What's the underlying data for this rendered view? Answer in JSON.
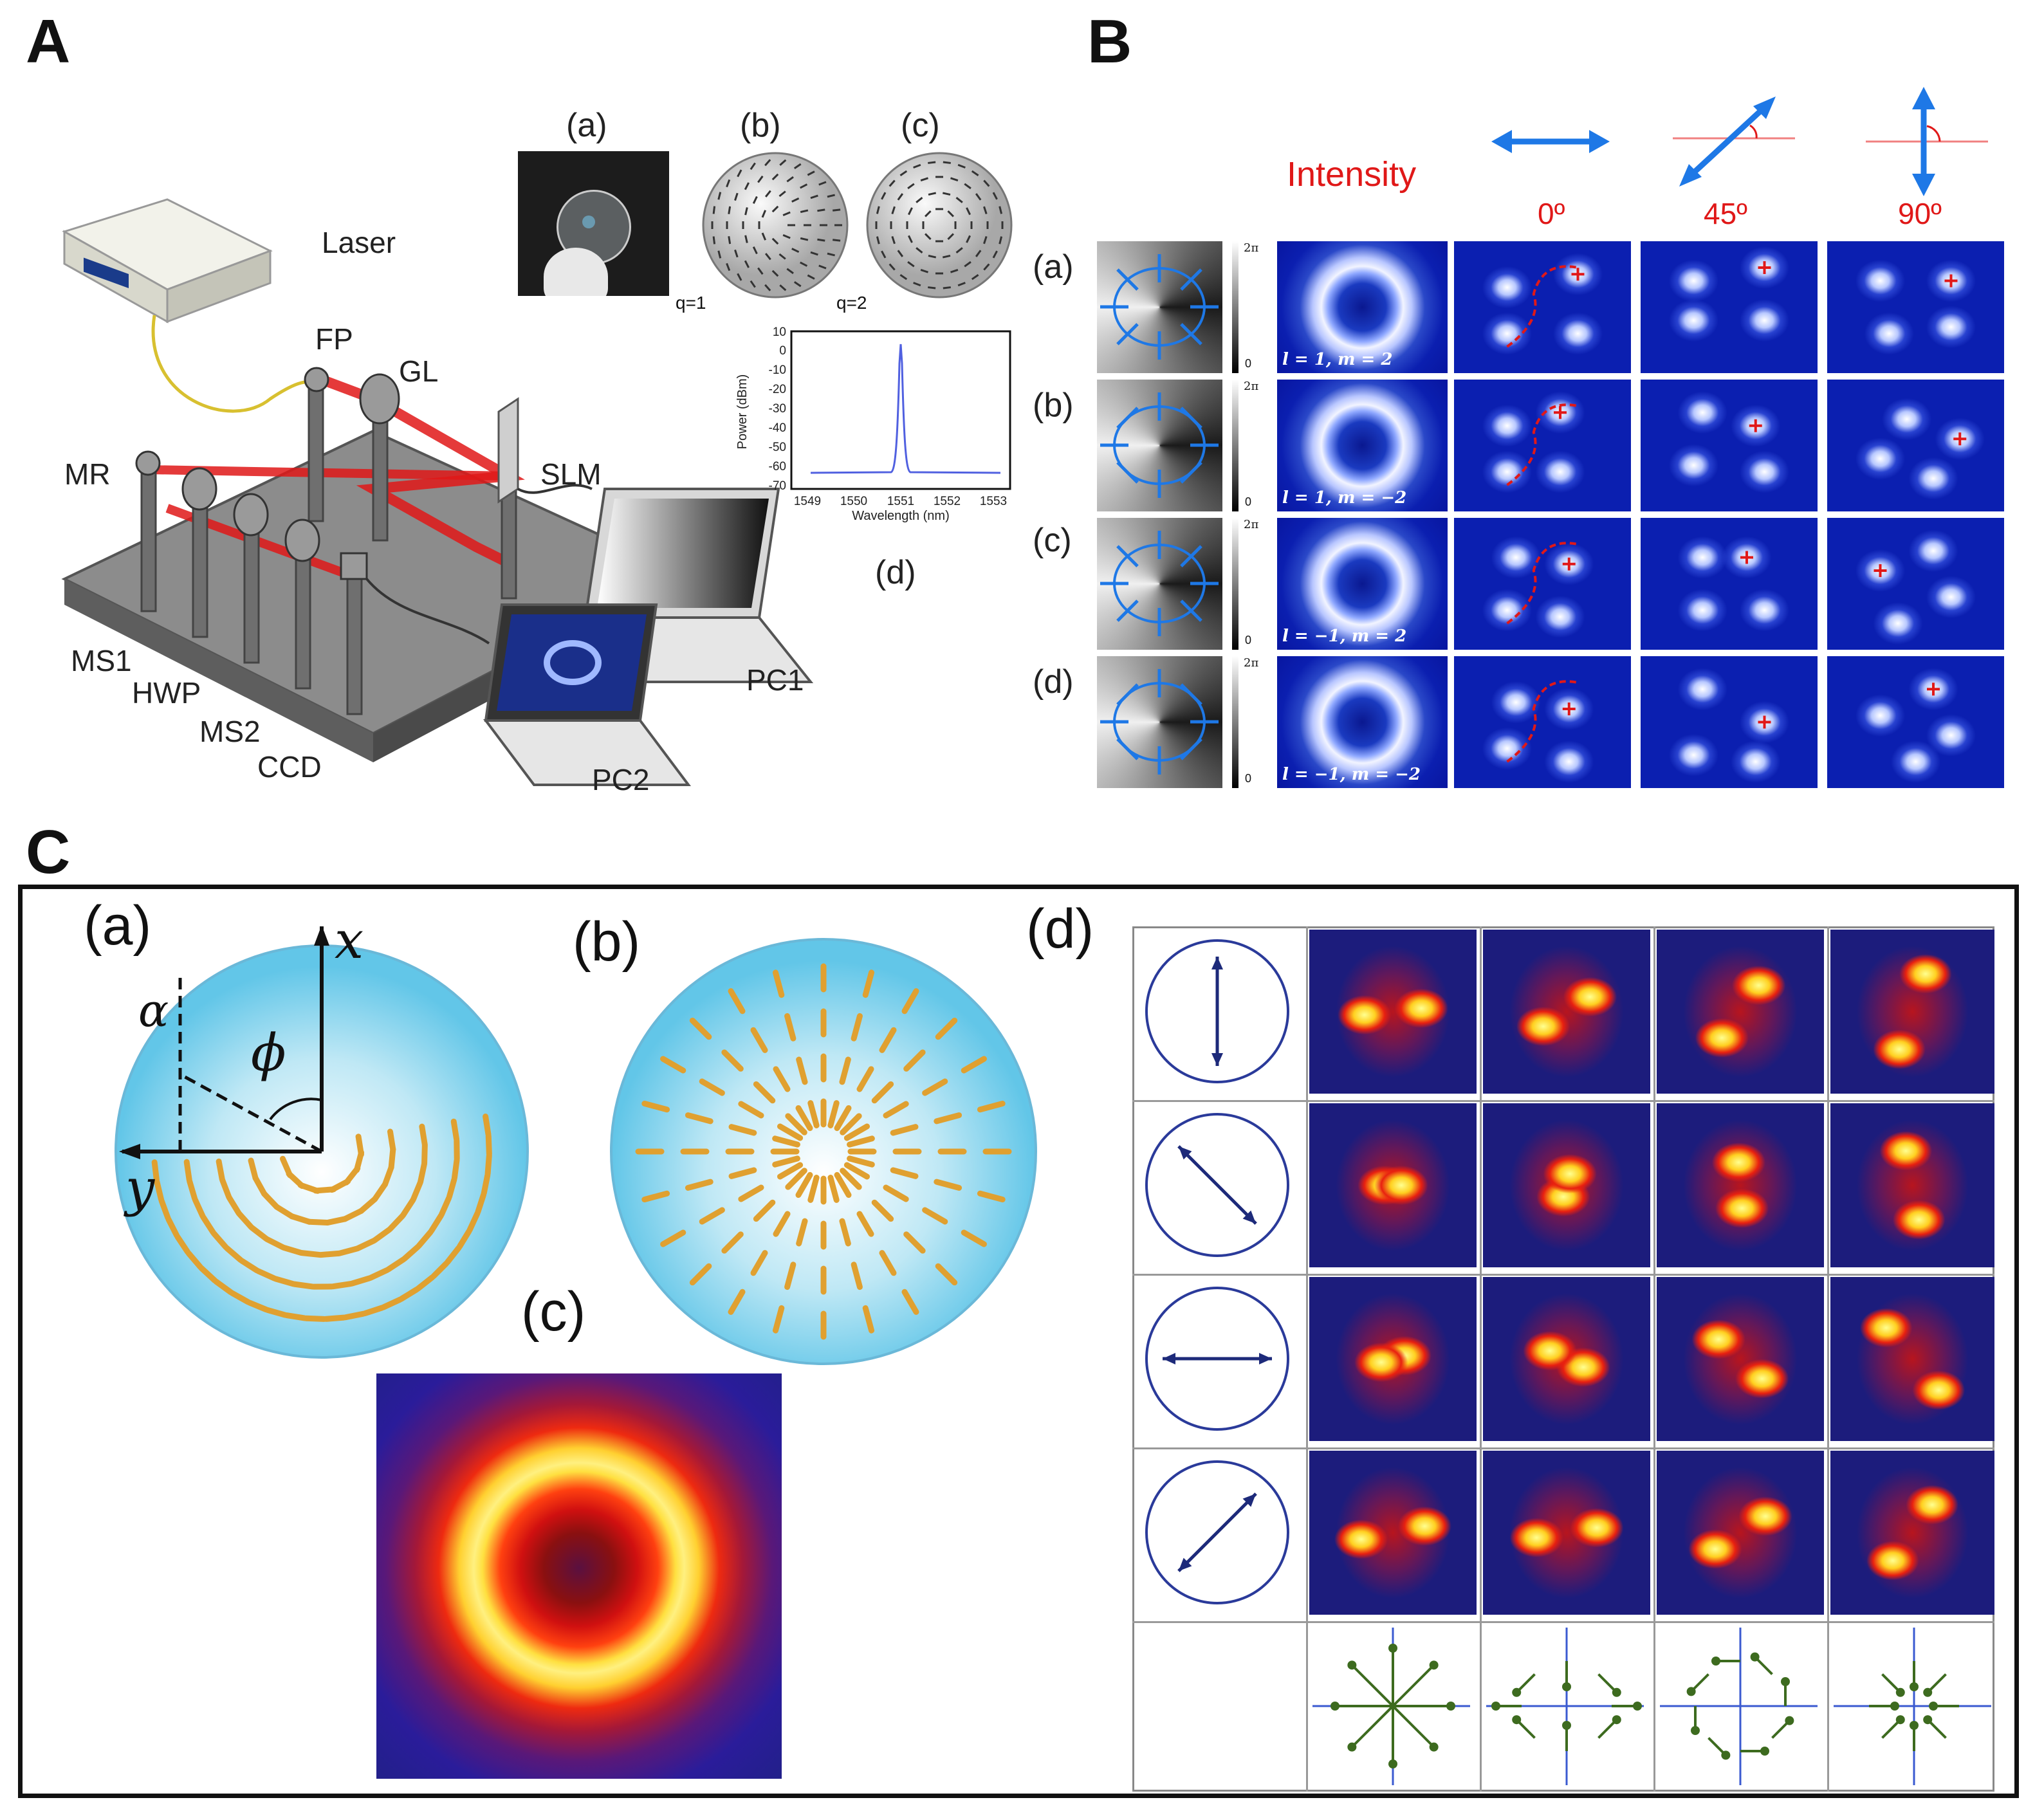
{
  "panelA": {
    "letter": "A",
    "devices": [
      "Laser",
      "FP",
      "GL",
      "MR",
      "SLM",
      "MS1",
      "HWP",
      "MS2",
      "CCD",
      "PC1",
      "PC2"
    ],
    "inset_labels": [
      "(a)",
      "(b)",
      "(c)",
      "(d)"
    ],
    "q_labels": [
      "q=1",
      "q=2"
    ],
    "spectrum": {
      "ylabel": "Power (dBm)",
      "xlabel": "Wavelength (nm)",
      "yticks": [
        "10",
        "0",
        "-10",
        "-20",
        "-30",
        "-40",
        "-50",
        "-60",
        "-70"
      ],
      "xticks": [
        "1549",
        "1550",
        "1551",
        "1552",
        "1553"
      ]
    }
  },
  "panelB": {
    "letter": "B",
    "intensity_label": "Intensity",
    "angles": [
      "0º",
      "45º",
      "90º"
    ],
    "rows": [
      {
        "label": "(a)",
        "mode": "l = 1, m = 2"
      },
      {
        "label": "(b)",
        "mode": "l = 1, m = −2"
      },
      {
        "label": "(c)",
        "mode": "l = −1, m = 2"
      },
      {
        "label": "(d)",
        "mode": "l = −1, m = −2"
      }
    ],
    "phase_scale": [
      "2π",
      "0"
    ]
  },
  "panelC": {
    "letter": "C",
    "sub_labels": [
      "(a)",
      "(b)",
      "(c)",
      "(d)"
    ],
    "axis_labels": [
      "x",
      "y",
      "α",
      "ϕ"
    ]
  },
  "colors": {
    "beam_red": "#e01818",
    "arrow_blue": "#1e78e6",
    "arrow_green": "#3d6b1f",
    "polar_navy": "#1d2a7a"
  }
}
